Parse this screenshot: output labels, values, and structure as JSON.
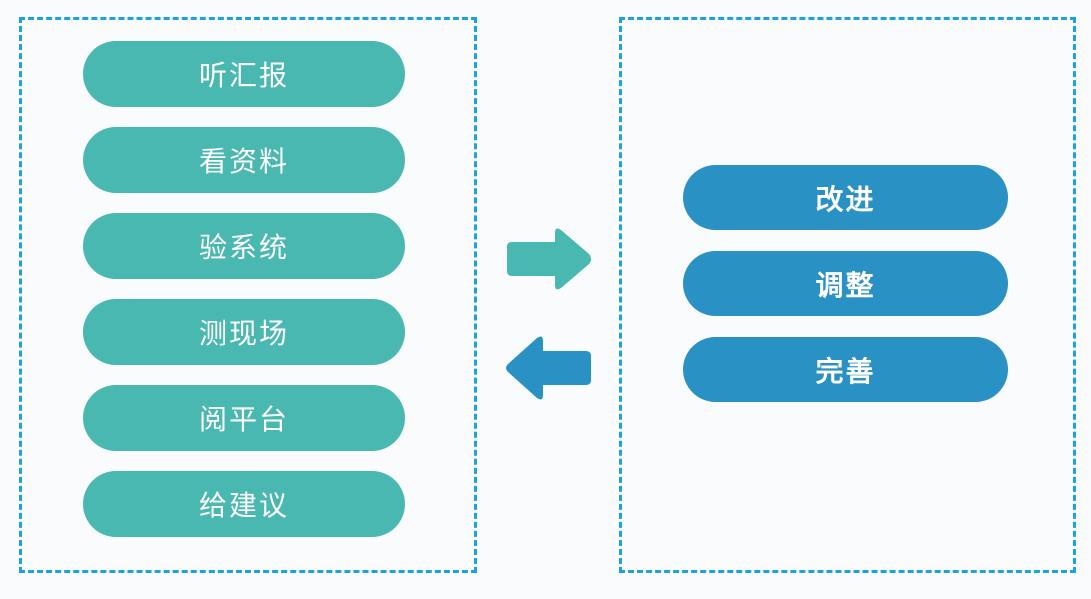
{
  "diagram": {
    "type": "two-panel-feedback-loop",
    "background_color": "#fafbfd",
    "border_color": "#19a3e0",
    "left_panel": {
      "name": "inspection-activities",
      "pill_color": "#49b8b0",
      "text_color": "#ffffff",
      "items": [
        {
          "label": "听汇报"
        },
        {
          "label": "看资料"
        },
        {
          "label": "验系统"
        },
        {
          "label": "测现场"
        },
        {
          "label": "阅平台"
        },
        {
          "label": "给建议"
        }
      ]
    },
    "right_panel": {
      "name": "improvement-actions",
      "pill_color": "#2a91c4",
      "text_color": "#ffffff",
      "items": [
        {
          "label": "改进"
        },
        {
          "label": "调整"
        },
        {
          "label": "完善"
        }
      ]
    },
    "connectors": [
      {
        "name": "arrow-forward",
        "direction": "right",
        "color": "#49b8b0"
      },
      {
        "name": "arrow-back",
        "direction": "left",
        "color": "#2a91c4"
      }
    ]
  }
}
